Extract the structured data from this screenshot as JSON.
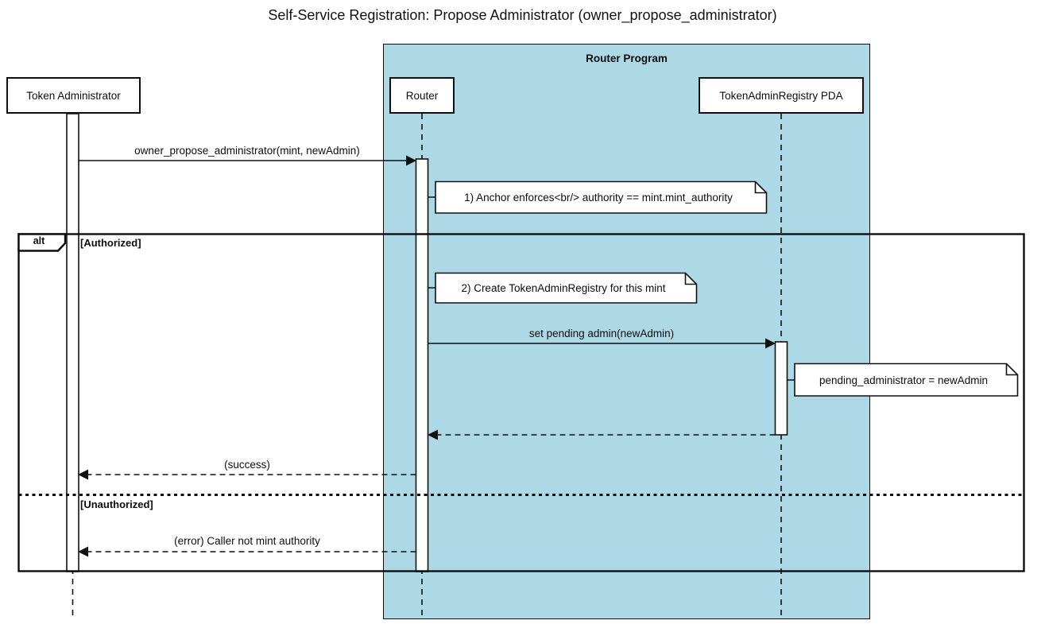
{
  "diagram": {
    "title": "Self-Service Registration: Propose Administrator (owner_propose_administrator)",
    "type": "uml-sequence-diagram",
    "colors": {
      "container_fill": "#ADD8E6",
      "stroke": "#0e0e0e",
      "participant_fill": "#ffffff",
      "note_fill": "#ffffff"
    },
    "container": {
      "label": "Router Program"
    },
    "participants": [
      {
        "name": "Token Administrator",
        "inside_container": false
      },
      {
        "name": "Router",
        "inside_container": true
      },
      {
        "name": "TokenAdminRegistry PDA",
        "inside_container": true
      }
    ],
    "messages": [
      {
        "label": "owner_propose_administrator(mint, newAdmin)",
        "from": "Token Administrator",
        "to": "Router",
        "style": "solid"
      },
      {
        "label": "set pending admin(newAdmin)",
        "from": "Router",
        "to": "TokenAdminRegistry PDA",
        "style": "solid"
      },
      {
        "label": "",
        "from": "TokenAdminRegistry PDA",
        "to": "Router",
        "style": "dashed-return"
      },
      {
        "label": "(success)",
        "from": "Router",
        "to": "Token Administrator",
        "style": "dashed-return"
      },
      {
        "label": "(error) Caller not mint authority",
        "from": "Router",
        "to": "Token Administrator",
        "style": "dashed-return"
      }
    ],
    "notes": [
      {
        "text": "1) Anchor enforces<br/> authority == mint.mint_authority",
        "anchor": "Router"
      },
      {
        "text": "2) Create TokenAdminRegistry for this mint",
        "anchor": "Router"
      },
      {
        "text": "pending_administrator = newAdmin",
        "anchor": "TokenAdminRegistry PDA"
      }
    ],
    "alt_frame": {
      "operator": "alt",
      "sections": [
        {
          "guard": "[Authorized]"
        },
        {
          "guard": "[Unauthorized]"
        }
      ]
    }
  }
}
